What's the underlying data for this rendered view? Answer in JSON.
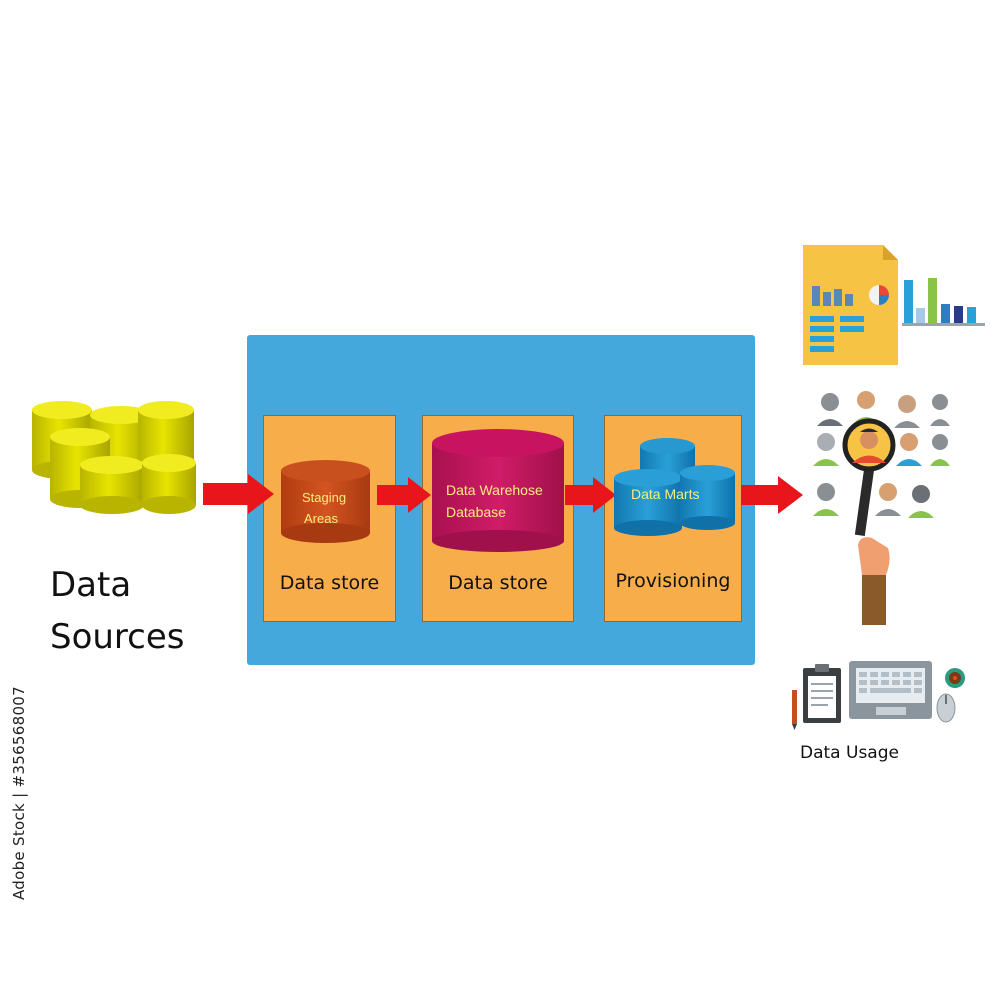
{
  "diagram": {
    "data_sources_line1": "Data",
    "data_sources_line2": "Sources",
    "staging_line1": "Staging",
    "staging_line2": "Areas",
    "warehouse_line1": "Data Warehose",
    "warehouse_line2": "Database",
    "marts_label": "Data Marts",
    "panel1_label": "Data store",
    "panel2_label": "Data store",
    "panel3_label": "Provisioning",
    "data_usage_label": "Data Usage"
  },
  "watermark": {
    "stock_id_text": "Adobe Stock | #356568007"
  },
  "colors": {
    "outer_panel": "#45a8dd",
    "inner_panel": "#f8ad4b",
    "arrow": "#e8151b",
    "source_cylinder": "#d8d400",
    "staging_cylinder": "#c2461a",
    "warehouse_cylinder": "#c0155e",
    "marts_cylinder": "#1a8fc8",
    "cylinder_text": "#f4ef7a"
  }
}
